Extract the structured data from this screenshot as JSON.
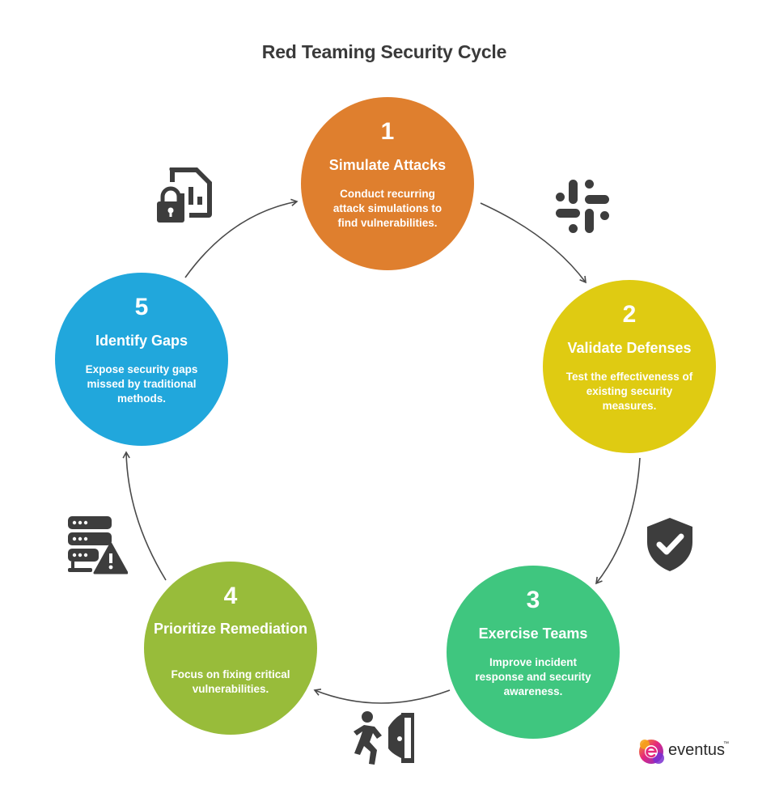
{
  "title": "Red Teaming Security Cycle",
  "steps": [
    {
      "number": "1",
      "heading": "Simulate Attacks",
      "description": "Conduct recurring attack simulations to find vulnerabilities.",
      "color": "#df7f2e"
    },
    {
      "number": "2",
      "heading": "Validate Defenses",
      "description": "Test the effectiveness of existing security measures.",
      "color": "#dfcb12"
    },
    {
      "number": "3",
      "heading": "Exercise Teams",
      "description": "Improve incident response and security awareness.",
      "color": "#3fc67f"
    },
    {
      "number": "4",
      "heading": "Prioritize Remediation",
      "description": "Focus on fixing critical vulnerabilities.",
      "color": "#98bc3a"
    },
    {
      "number": "5",
      "heading": "Identify Gaps",
      "description": "Expose security gaps missed by traditional methods.",
      "color": "#21a7dc"
    }
  ],
  "icons": {
    "between_1_2": "slack-icon",
    "between_2_3": "shield-check-icon",
    "between_3_4": "emergency-exit-icon",
    "between_4_5": "server-warning-icon",
    "between_5_1": "secure-document-icon"
  },
  "logo": {
    "text": "eventus",
    "trademark": "™"
  },
  "colors": {
    "title": "#3a3a3a",
    "icon": "#3d3d3d",
    "arrow": "#4a4a4a"
  }
}
